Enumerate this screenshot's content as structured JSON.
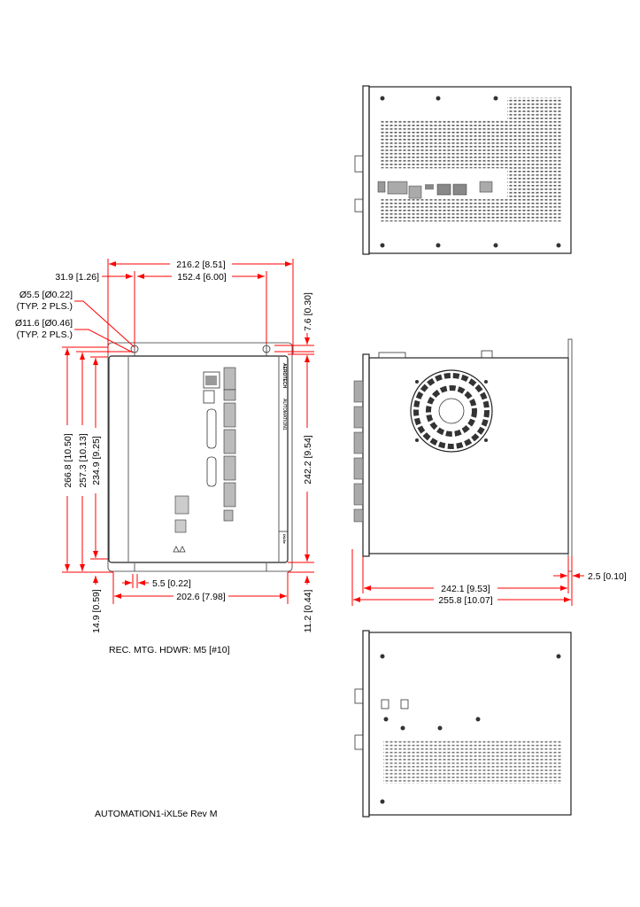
{
  "drawing": {
    "title_block": "AUTOMATION1-iXL5e Rev M",
    "note": "REC. MTG. HDWR: M5 [#10]",
    "brand_label": "AEROTECH",
    "product_label": "AUTOMATION1",
    "model_label": "iXL5e",
    "accent_color": "#ff0000"
  },
  "front_view": {
    "dimensions": {
      "overall_width": "216.2 [8.51]",
      "hole_spacing": "152.4 [6.00]",
      "hole_offset": "31.9 [1.26]",
      "hole_dia_line1": "Ø5.5 [Ø0.22]",
      "hole_dia_qty1": "(TYP. 2 PLS.)",
      "slot_dia_line1": "Ø11.6 [Ø0.46]",
      "slot_dia_qty1": "(TYP. 2 PLS.)",
      "top_offset": "7.6 [0.30]",
      "overall_height": "266.8 [10.50]",
      "hole_height": "257.3 [10.13]",
      "body_height": "234.9 [9.25]",
      "right_height": "242.2 [9.54]",
      "slot_width": "5.5 [0.22]",
      "plate_width": "202.6 [7.98]",
      "bottom_left_offset": "14.9 [0.59]",
      "bottom_right_offset": "11.2 [0.44]"
    }
  },
  "side_view": {
    "dimensions": {
      "depth": "242.1 [9.53]",
      "overall_depth": "255.8 [10.07]",
      "flange": "2.5 [0.10]"
    }
  }
}
